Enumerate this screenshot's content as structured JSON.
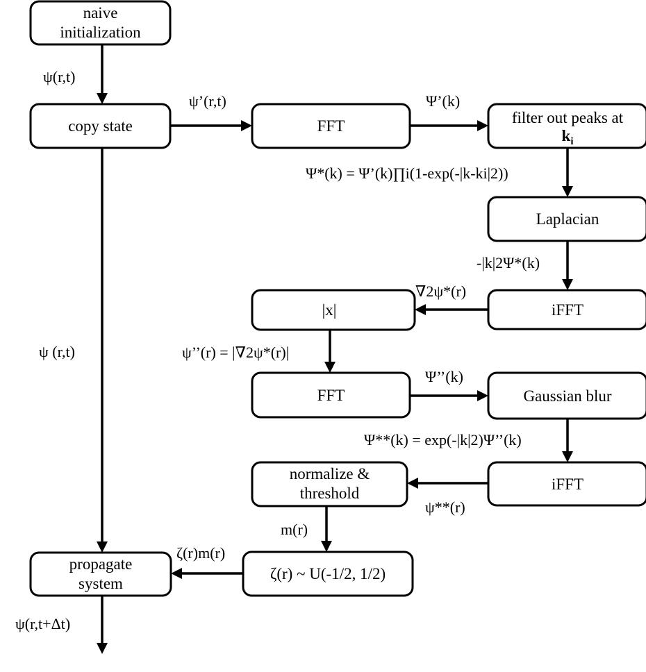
{
  "boxes": {
    "naive_init": {
      "lines": [
        "naive",
        "initialization"
      ]
    },
    "copy_state": {
      "lines": [
        "copy state"
      ]
    },
    "fft_1": {
      "lines": [
        "FFT"
      ]
    },
    "filter_peaks": {
      "lines": [
        "filter out peaks at",
        "k_i"
      ]
    },
    "laplacian": {
      "lines": [
        "Laplacian"
      ]
    },
    "ifft_1": {
      "lines": [
        "iFFT"
      ]
    },
    "abs_x": {
      "lines": [
        "|x|"
      ]
    },
    "fft_2": {
      "lines": [
        "FFT"
      ]
    },
    "gaussian_blur": {
      "lines": [
        "Gaussian blur"
      ]
    },
    "ifft_2": {
      "lines": [
        "iFFT"
      ]
    },
    "normalize_threshold": {
      "lines": [
        "normalize &",
        "threshold"
      ]
    },
    "zeta_uniform": {
      "lines": [
        "ζ(r) ~ U(-1/2, 1/2)"
      ]
    },
    "propagate": {
      "lines": [
        "propagate",
        "system"
      ]
    }
  },
  "edges": {
    "psi_r_t": "ψ(r,t)",
    "psi_prime_r_t": "ψ’(r,t)",
    "Psi_prime_k": "Ψ’(k)",
    "Psi_star_formula": "Ψ*(k) = Ψ’(k)∏i(1-exp(-|k-ki|2))",
    "neg_k2_Psi_star": "-|k|2Ψ*(k)",
    "laplacian_psi_star": "∇2ψ*(r)",
    "psi_left_r_t": "ψ (r,t)",
    "psi_dprime_formula": "ψ’’(r) = |∇2ψ*(r)|",
    "Psi_dprime_k": "Ψ’’(k)",
    "Psi_2star_formula": "Ψ**(k) = exp(-|k|2)Ψ’’(k)",
    "psi_2star_r": "ψ**(r)",
    "m_r": "m(r)",
    "zeta_m": "ζ(r)m(r)",
    "psi_t_dt": "ψ(r,t+Δt)"
  }
}
